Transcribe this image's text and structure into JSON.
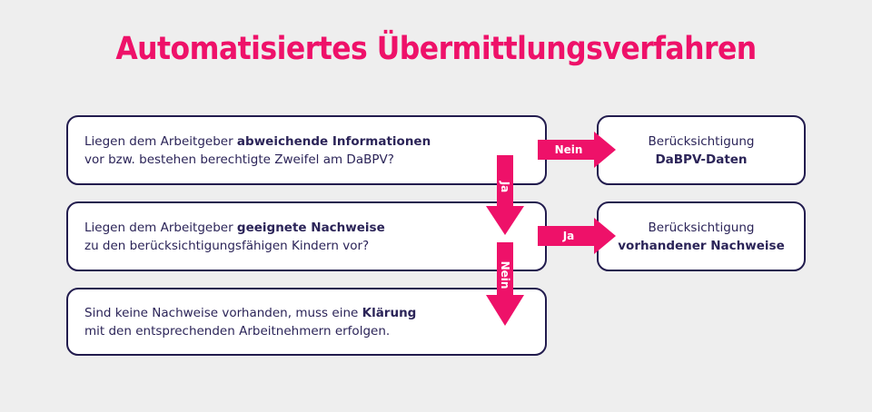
{
  "page": {
    "background_color": "#eeeeee",
    "accent_pink": "#ee1169",
    "navy": "#221c4e",
    "text_color": "#2b2458"
  },
  "title": "Automatisiertes Übermittlungsverfahren",
  "boxes": {
    "q1": {
      "line1_a": "Liegen dem Arbeitgeber ",
      "line1_b": "abweichende Informationen",
      "line2": "vor bzw. bestehen berechtigte Zweifel am DaBPV?"
    },
    "q2": {
      "line1_a": "Liegen dem Arbeitgeber ",
      "line1_b": "geeignete Nachweise",
      "line2": "zu den berücksichtigungsfähigen Kindern vor?"
    },
    "q3": {
      "line1_a": "Sind keine Nachweise vorhanden, muss eine ",
      "line1_b": "Klärung",
      "line2": "mit den entsprechenden Arbeitnehmern erfolgen."
    },
    "r1": {
      "line1": "Berücksichtigung",
      "line2": "DaBPV-Daten"
    },
    "r2": {
      "line1": "Berücksichtigung",
      "line2": "vorhandener Nachweise"
    }
  },
  "arrows": {
    "h1": {
      "label": "Nein",
      "direction": "right",
      "from": "q1",
      "to": "r1"
    },
    "h2": {
      "label": "Ja",
      "direction": "right",
      "from": "q2",
      "to": "r2"
    },
    "v1": {
      "label": "Ja",
      "direction": "down",
      "from": "q1",
      "to": "q2"
    },
    "v2": {
      "label": "Nein",
      "direction": "down",
      "from": "q2",
      "to": "q3"
    }
  }
}
